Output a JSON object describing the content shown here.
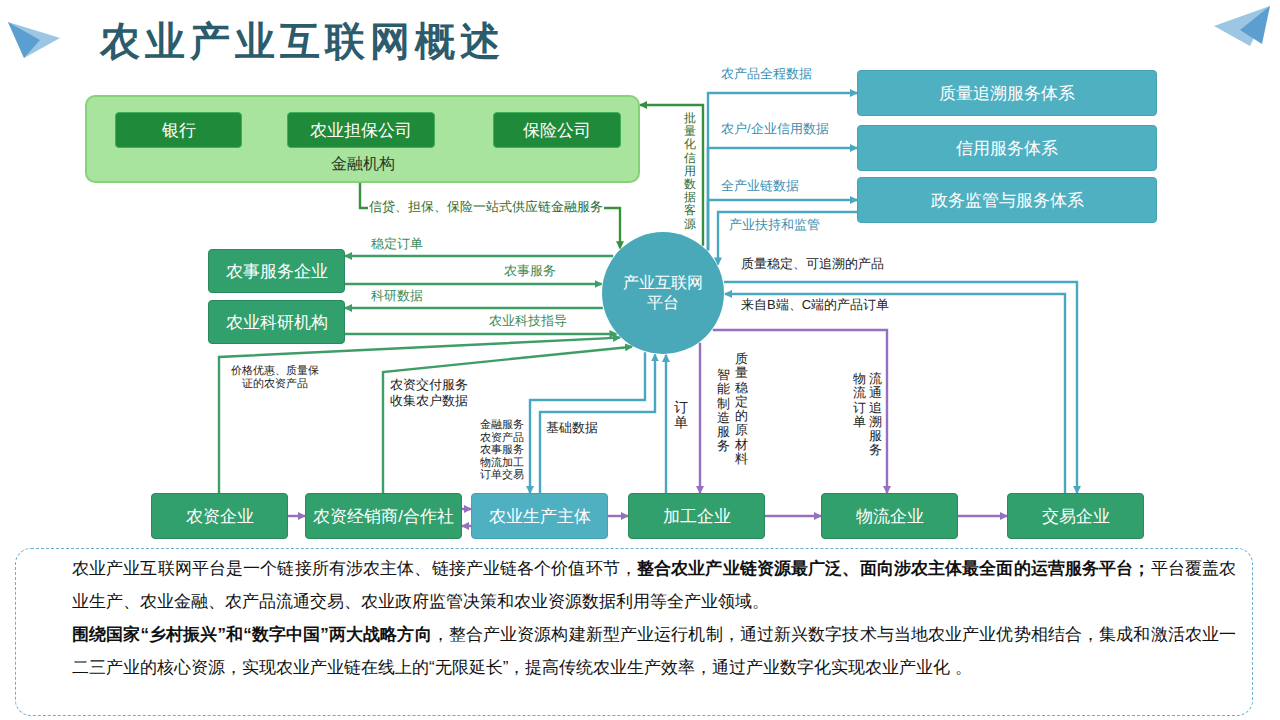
{
  "diagram": {
    "title": "农业产业互联网概述",
    "nodes": [
      {
        "text": [
          "金融机构"
        ]
      },
      {
        "text": [
          "银行"
        ],
        "in": 0
      },
      {
        "text": [
          "农业担保公司"
        ],
        "in": 0
      },
      {
        "text": [
          "保险公司"
        ],
        "in": 0
      },
      {
        "text": [
          "质量追溯服务体系"
        ]
      },
      {
        "text": [
          "信用服务体系"
        ]
      },
      {
        "text": [
          "政务监管与服务体系"
        ]
      },
      {
        "text": [
          "农事服务企业"
        ]
      },
      {
        "text": [
          "农业科研机构"
        ]
      },
      {
        "text": [
          "产业互联网平台"
        ]
      },
      {
        "text": [
          "农资企业"
        ]
      },
      {
        "text": [
          "农资经销商/合作社"
        ]
      },
      {
        "text": [
          "农业生产主体"
        ]
      },
      {
        "text": [
          "加工企业"
        ]
      },
      {
        "text": [
          "物流企业"
        ]
      },
      {
        "text": [
          "交易企业"
        ]
      }
    ],
    "edges": [
      {
        "from": 0,
        "to": 9,
        "arrow": "to",
        "label": "信贷、担保、保险一站式供应链金融服务"
      },
      {
        "from": 9,
        "to": 0,
        "arrow": "to",
        "label": "批量化信用数据客源"
      },
      {
        "from": 9,
        "to": 4,
        "arrow": "to",
        "label": "农产品全程数据"
      },
      {
        "from": 9,
        "to": 5,
        "arrow": "to",
        "label": "农户/企业信用数据"
      },
      {
        "from": 9,
        "to": 6,
        "arrow": "to",
        "label": "全产业链数据"
      },
      {
        "from": 6,
        "to": 9,
        "arrow": "to",
        "label": "产业扶持和监管"
      },
      {
        "from": 9,
        "to": 7,
        "arrow": "to",
        "label": "稳定订单"
      },
      {
        "from": 7,
        "to": 9,
        "arrow": "to",
        "label": "农事服务"
      },
      {
        "from": 9,
        "to": 8,
        "arrow": "to",
        "label": "科研数据"
      },
      {
        "from": 8,
        "to": 9,
        "arrow": "to",
        "label": "农业科技指导"
      },
      {
        "from": 10,
        "to": 9,
        "arrow": "to",
        "label": "价格优惠、质量保证的农资产品"
      },
      {
        "from": 11,
        "to": 9,
        "arrow": "to",
        "label": "农资交付服务 收集农户数据"
      },
      {
        "from": 9,
        "to": 12,
        "arrow": "to",
        "label": "金融服务 农资产品 农事服务 物流加工 订单交易"
      },
      {
        "from": 12,
        "to": 9,
        "arrow": "to",
        "label": "基础数据"
      },
      {
        "from": 13,
        "to": 9,
        "arrow": "to",
        "label": "订单"
      },
      {
        "from": 9,
        "to": 13,
        "arrow": "to",
        "label": "质量稳定的原材料"
      },
      {
        "from": 9,
        "to": 14,
        "arrow": "to",
        "label": "流通追溯服务"
      },
      {
        "from": 9,
        "to": 15,
        "arrow": "to",
        "label": "质量稳定、可追溯的产品"
      },
      {
        "from": 15,
        "to": 9,
        "arrow": "to",
        "label": "来自B端、C端的产品订单"
      },
      {
        "from": 10,
        "to": 11,
        "arrow": "to"
      },
      {
        "from": 11,
        "to": 12,
        "arrow": "to"
      },
      {
        "from": 12,
        "to": 11,
        "arrow": "to"
      },
      {
        "from": 12,
        "to": 13,
        "arrow": "to"
      },
      {
        "from": 13,
        "to": 14,
        "arrow": "to"
      },
      {
        "from": 14,
        "to": 15,
        "arrow": "to"
      }
    ],
    "labels": [
      "智能制造服务",
      "物流订单",
      "农业产业互联网平台是一个链接所有涉农主体、链接产业链各个价值环节，",
      "整合农业产业链资源最广泛、面向涉农主体最全面的运营服务平台；",
      "平台覆盖农业生产、农业金融、农产品流通交易、农业政府监管决策和农业资源数据利用等全产业领域。",
      "围绕国家“乡村振兴”和“数字中国”两大战略方向",
      "，整合产业资源构建新型产业运行机制，通过新兴数字技术与当地农业产业优势相结合，集成和激活农业一二三产业的核心资源，实现农业产业链在线上的“无限延长”，提高传统农业生产效率，通过产业数字化实现农业产业化 。"
    ]
  }
}
